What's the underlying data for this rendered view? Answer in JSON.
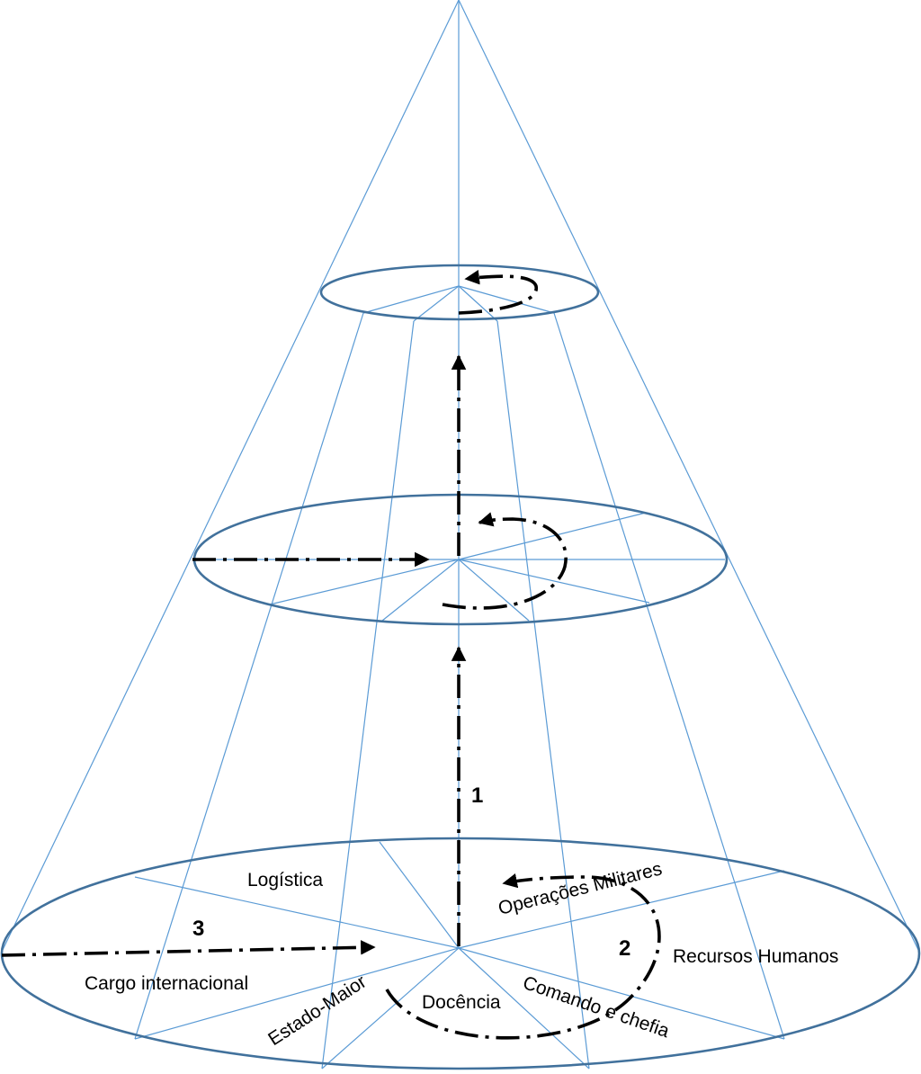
{
  "diagram": {
    "labels": {
      "logistica": "Logística",
      "operacoes": "Operações Militares",
      "recursos": "Recursos Humanos",
      "comando": "Comando e chefia",
      "docencia": "Docência",
      "estado_maior": "Estado-Maior",
      "cargo": "Cargo internacional"
    },
    "markers": {
      "one": "1",
      "two": "2",
      "three": "3"
    }
  },
  "colors": {
    "structure_lines": "#5b9bd5",
    "level_rings": "#41719c",
    "flow_arrows": "#000000"
  }
}
